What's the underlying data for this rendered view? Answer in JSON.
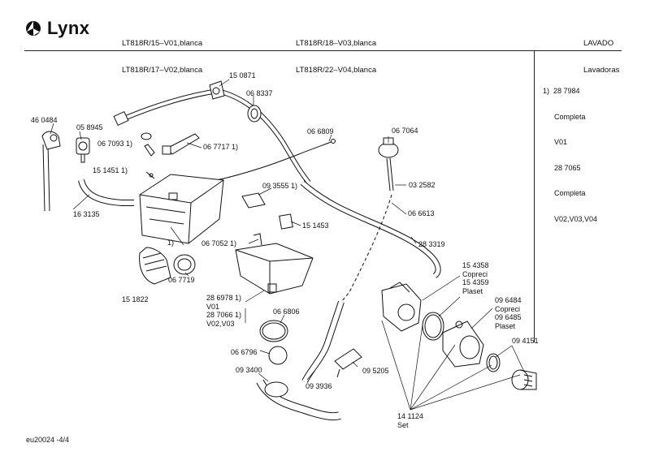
{
  "header": {
    "brand": "Lynx",
    "models_col1": [
      "LT818R/15–V01,blanca",
      "LT818R/17–V02,blanca"
    ],
    "models_col2": [
      "LT818R/18–V03,blanca",
      "LT818R/22–V04,blanca"
    ],
    "category": [
      "LAVADO",
      "Lavadoras"
    ]
  },
  "note": {
    "lines": [
      "1)  28 7984",
      "Completa",
      "V01",
      "28 7065",
      "Completa",
      "V02,V03,V04"
    ]
  },
  "labels": {
    "p460484": "46 0484",
    "p058945": "05 8945",
    "p067093": "06 7093 1)",
    "p151451": "15 1451 1)",
    "p163135": "16 3135",
    "p150871": "15 0871",
    "p068337": "06 8337",
    "p066809": "06 6809",
    "p067717": "06 7717 1)",
    "p093555": "09 3555 1)",
    "p151453": "15 1453",
    "p067052": "06 7052 1)",
    "p1": "1)",
    "p067719": "06 7719",
    "p151822": "15 1822",
    "p286978": [
      "28 6978 1)",
      "V01",
      "28 7066 1)",
      "V02,V03"
    ],
    "p066806": "06 6806",
    "p066796": "06 6796",
    "p093400": "09 3400",
    "p093936": "09 3936",
    "p095205": "09 5205",
    "p067064": "06 7064",
    "p032582": "03 2582",
    "p066613": "06 6613",
    "p283319": "28 3319",
    "p154358": [
      "15 4358",
      "Copreci",
      "15 4359",
      "Plaset"
    ],
    "p096484": [
      "09 6484",
      "Copreci",
      "09 6485",
      "Plaset"
    ],
    "p094151": "09 4151",
    "p141124": [
      "14 1124",
      "Set"
    ]
  },
  "footer": {
    "code": "eu20024  -4/4"
  }
}
